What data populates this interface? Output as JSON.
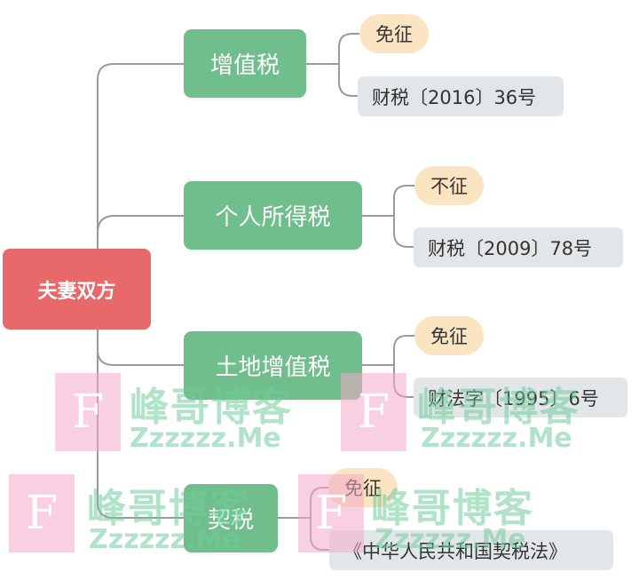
{
  "root": {
    "label": "夫妻双方"
  },
  "taxes": [
    {
      "name": "增值税",
      "status": "免征",
      "reference": "财税〔2016〕36号"
    },
    {
      "name": "个人所得税",
      "status": "不征",
      "reference": "财税〔2009〕78号"
    },
    {
      "name": "土地增值税",
      "status": "免征",
      "reference": "财法字〔1995〕6号"
    },
    {
      "name": "契税",
      "status": "免征",
      "reference": "《中华人民共和国契税法》"
    }
  ],
  "watermark": {
    "letter": "F",
    "text_cn": "峰哥博客",
    "text_en": "Zzzzzz.Me"
  },
  "colors": {
    "root_fill": "#e8696a",
    "tax_fill": "#6fbe8b",
    "status_fill": "#fbe4c1",
    "reference_fill": "#e3e6e8",
    "connector": "#9a9a9a"
  }
}
